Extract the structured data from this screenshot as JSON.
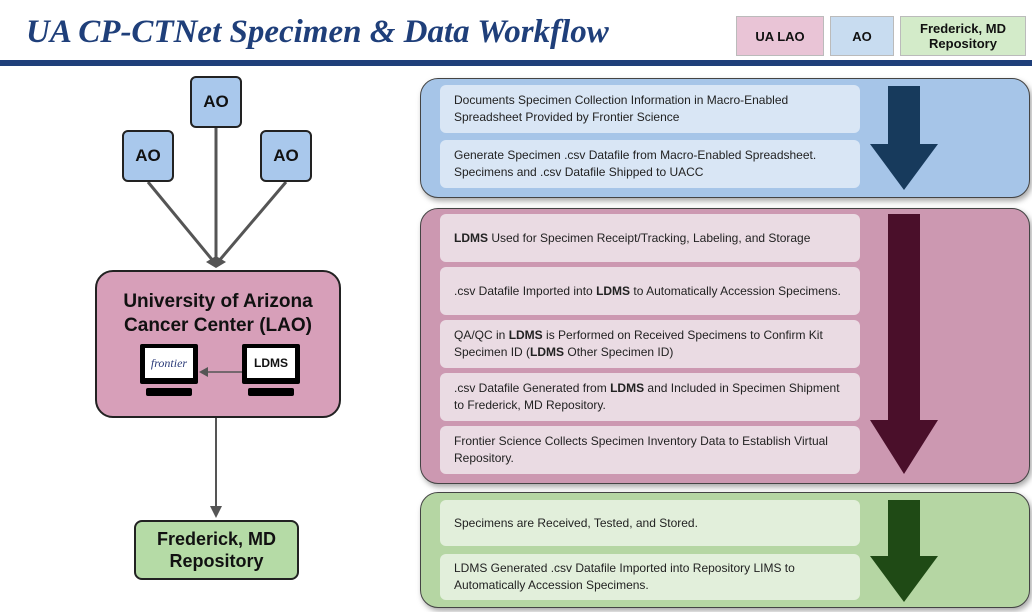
{
  "title": "UA CP-CTNet Specimen & Data Workflow",
  "legend": {
    "lao": "UA LAO",
    "ao": "AO",
    "repository": "Frederick, MD Repository"
  },
  "diagram": {
    "ao_nodes": [
      "AO",
      "AO",
      "AO"
    ],
    "lao_node": "University of Arizona Cancer Center (LAO)",
    "frontier_logo_text": "frontier",
    "ldms_logo_text": "LDMS",
    "repo_node": "Frederick, MD Repository"
  },
  "steps": {
    "ao": [
      "Documents Specimen Collection Information in Macro-Enabled Spreadsheet Provided by Frontier Science",
      "Generate Specimen .csv Datafile from Macro-Enabled Spreadsheet. Specimens and .csv Datafile Shipped to UACC"
    ],
    "lao": [
      "<b>LDMS</b> Used for Specimen Receipt/Tracking, Labeling, and Storage",
      ".csv Datafile Imported into <b>LDMS</b> to Automatically Accession Specimens.",
      "QA/QC in <b>LDMS</b> is Performed on Received Specimens to Confirm Kit Specimen ID (<b>LDMS</b> Other Specimen ID)",
      ".csv Datafile Generated from <b>LDMS</b> and Included in Specimen Shipment to Frederick, MD Repository.",
      "Frontier Science Collects Specimen Inventory Data to Establish Virtual Repository."
    ],
    "repository": [
      "Specimens are Received, Tested, and Stored.",
      "LDMS Generated .csv Datafile Imported into Repository LIMS to Automatically Accession Specimens."
    ]
  },
  "colors": {
    "title": "#1f3f7a",
    "ao": "#a9c8ec",
    "lao": "#d79fb9",
    "repository": "#b5dba6",
    "arrow_blue": "#173a5c",
    "arrow_maroon": "#4a0f2a",
    "arrow_green": "#1f4a15"
  }
}
